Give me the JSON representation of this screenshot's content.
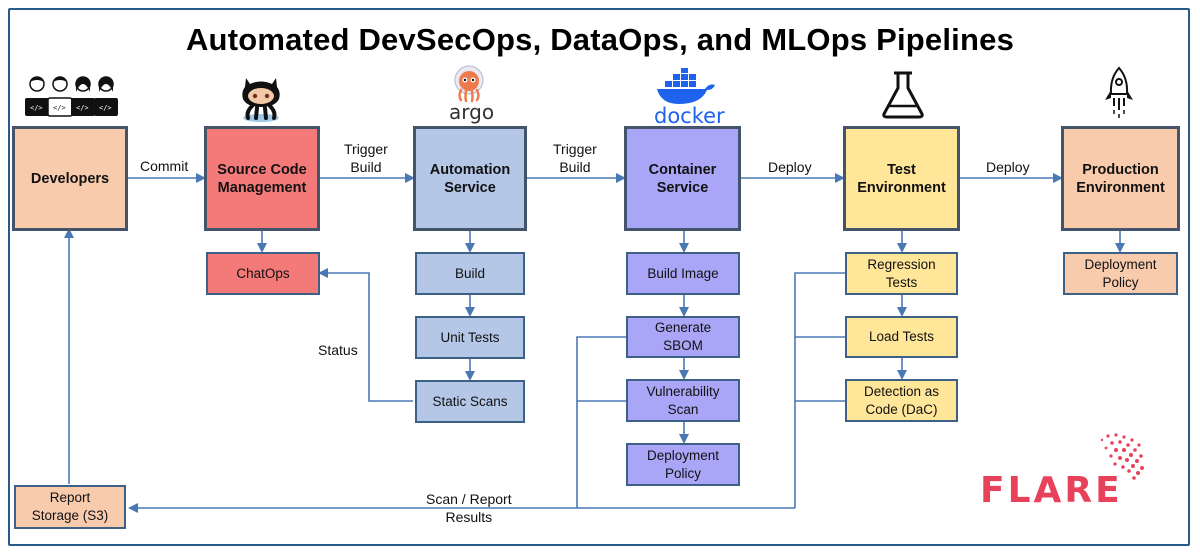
{
  "title": "Automated DevSecOps, DataOps, and MLOps Pipelines",
  "stages": {
    "developers": "Developers",
    "scm": "Source Code\nManagement",
    "automation": "Automation\nService",
    "container": "Container\nService",
    "test": "Test\nEnvironment",
    "production": "Production\nEnvironment"
  },
  "steps": {
    "chatops": "ChatOps",
    "build": "Build",
    "unit_tests": "Unit Tests",
    "static_scans": "Static Scans",
    "build_image": "Build Image",
    "generate_sbom": "Generate\nSBOM",
    "vuln_scan": "Vulnerability\nScan",
    "container_policy": "Deployment\nPolicy",
    "regression": "Regression\nTests",
    "load_tests": "Load Tests",
    "dac": "Detection as\nCode (DaC)",
    "prod_policy": "Deployment\nPolicy",
    "report_storage": "Report\nStorage (S3)"
  },
  "edges": {
    "commit": "Commit",
    "trigger_build_1": "Trigger\nBuild",
    "trigger_build_2": "Trigger\nBuild",
    "deploy_1": "Deploy",
    "deploy_2": "Deploy",
    "status": "Status",
    "scan_report": "Scan / Report\nResults"
  },
  "logos": {
    "argo": "argo",
    "docker": "docker",
    "flare": "FLARE"
  },
  "colors": {
    "arrow": "#4a78b5",
    "peach": "#f8cbad",
    "red": "#f47a7a",
    "blue": "#b4c7e7",
    "purple": "#a9a6f7",
    "yellow": "#ffe699",
    "brand": "#e8425a"
  },
  "icons": [
    "developers-icon",
    "github-octocat-icon",
    "argo-octopus-icon",
    "docker-whale-icon",
    "flask-icon",
    "rocket-icon",
    "flare-dots-icon"
  ]
}
